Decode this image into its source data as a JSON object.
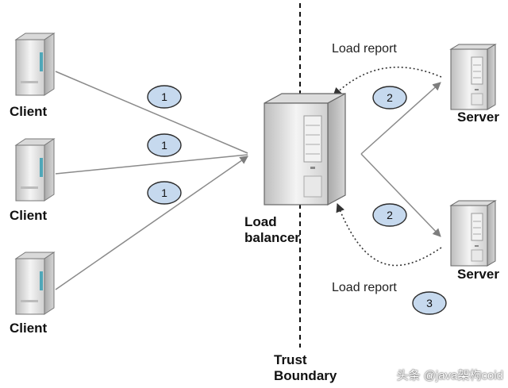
{
  "clients": [
    {
      "label": "Client"
    },
    {
      "label": "Client"
    },
    {
      "label": "Client"
    }
  ],
  "servers": [
    {
      "label": "Server"
    },
    {
      "label": "Server"
    }
  ],
  "load_balancer": {
    "line1": "Load",
    "line2": "balancer"
  },
  "trust_boundary": {
    "line1": "Trust",
    "line2": "Boundary"
  },
  "load_reports": [
    "Load report",
    "Load report"
  ],
  "step_markers": [
    "1",
    "1",
    "1",
    "2",
    "2",
    "3"
  ],
  "watermark": "头条 @java架构coid",
  "colors": {
    "connector": "#8a8a8a",
    "marker_fill": "#c6d9ee",
    "marker_stroke": "#2b2b2b",
    "server_body": "#e4e4e4",
    "server_front": "#f7f7f7",
    "client_led": "#4fa7b8"
  }
}
